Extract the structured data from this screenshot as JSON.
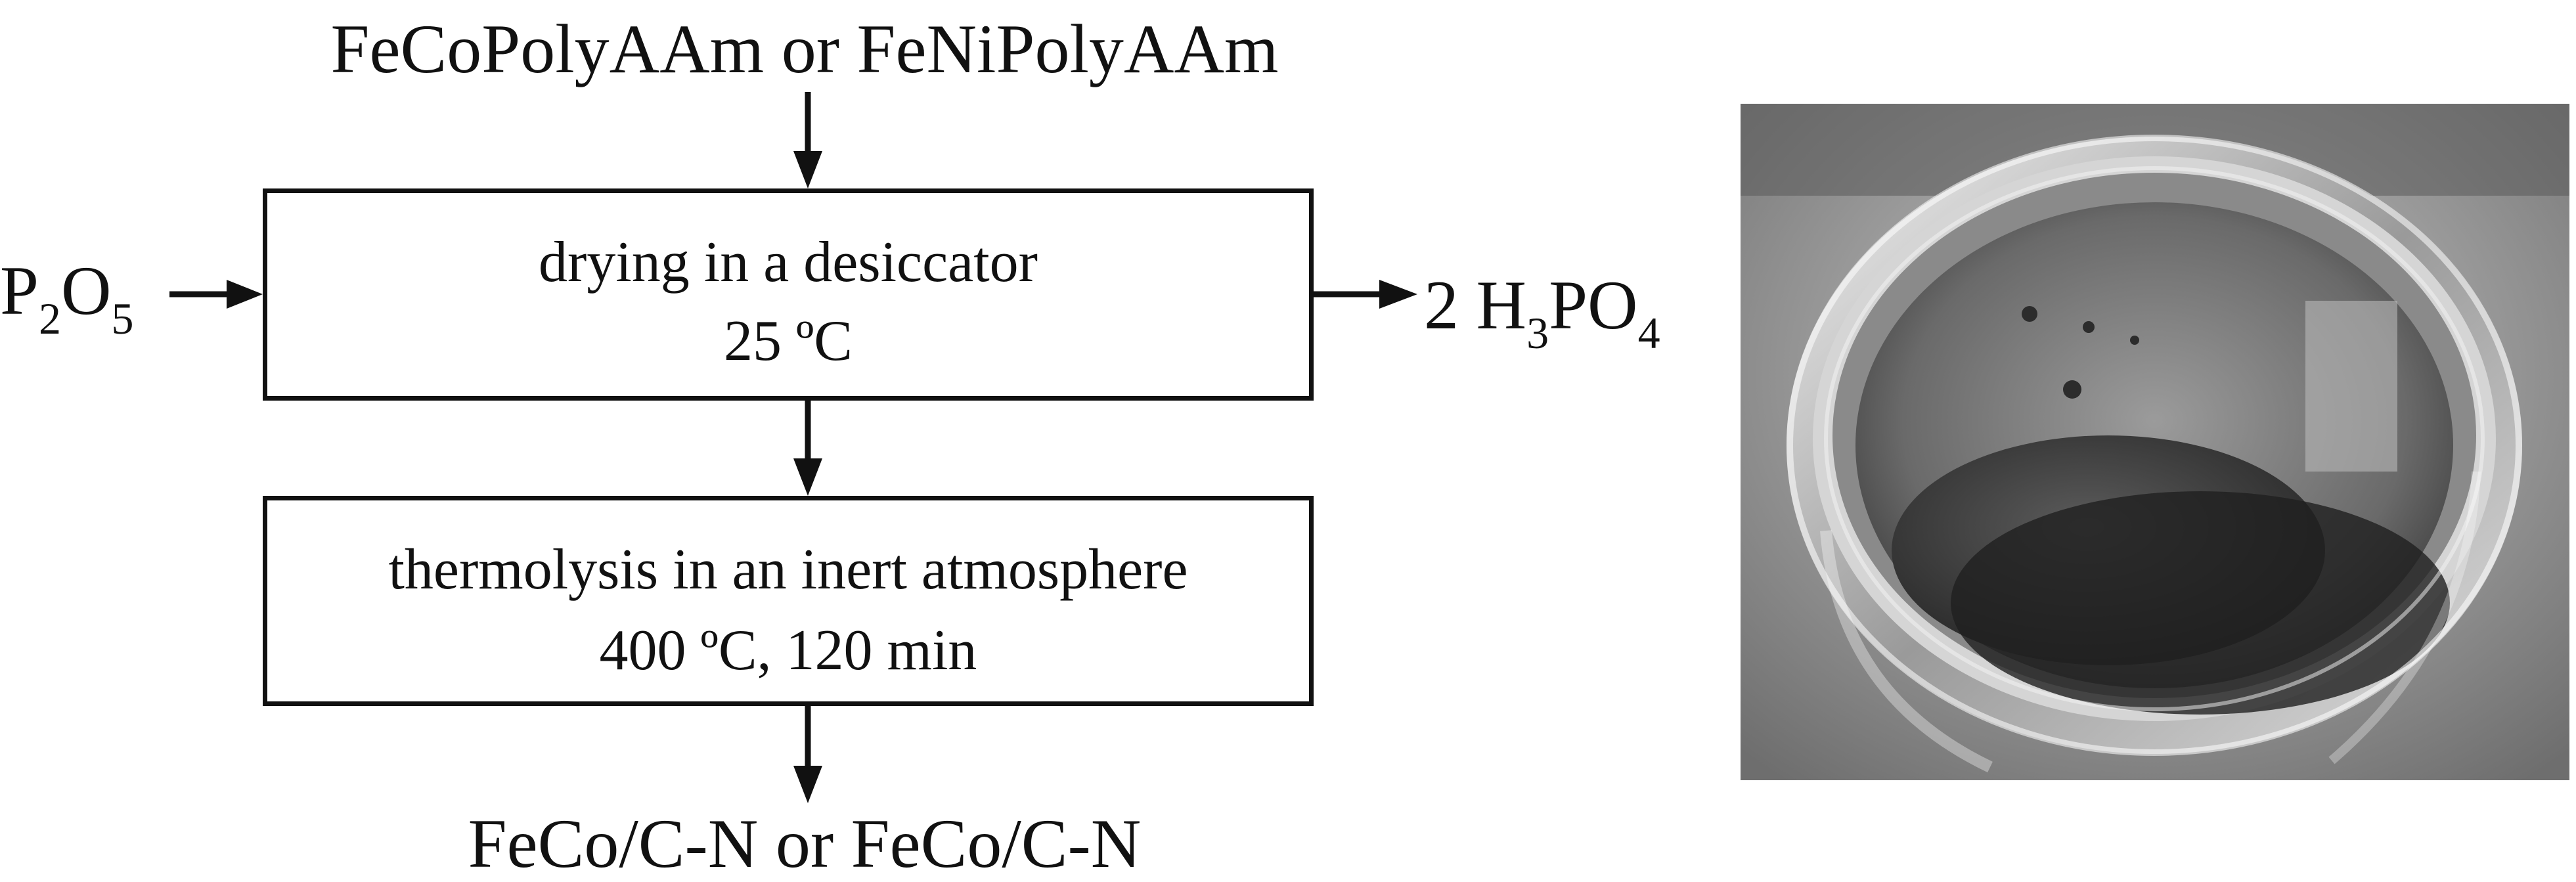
{
  "diagram": {
    "input_label": "FeCoPolyAAm or FeNiPolyAAm",
    "output_label": "FeCo/C-N or FeCo/C-N",
    "step1": {
      "line1": "drying in a desiccator",
      "line2": "25 ºC"
    },
    "step2": {
      "line1": "thermolysis in an inert atmosphere",
      "line2": "400 ºC, 120 min"
    },
    "reagent_in": {
      "p": "P",
      "p_sub": "2",
      "o": "O",
      "o_sub": "5"
    },
    "reagent_out": {
      "coef": "2 H",
      "h_sub": "3",
      "po": "PO",
      "o_sub": "4"
    }
  }
}
